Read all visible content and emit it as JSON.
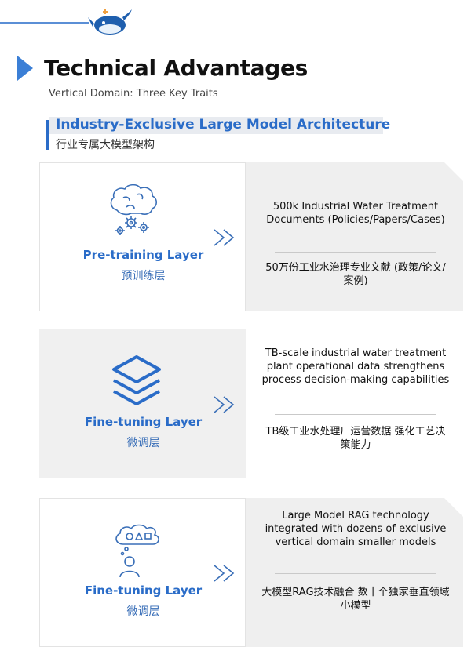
{
  "header": {
    "title": "Technical Advantages",
    "subtitle": "Vertical Domain: Three Key Traits"
  },
  "section": {
    "title_en": "Industry-Exclusive Large Model Architecture",
    "title_cn": "行业专属大模型架构"
  },
  "cards": [
    {
      "icon": "brain-gears-icon",
      "label_en": "Pre-training Layer",
      "label_cn": "预训练层",
      "desc_en": "500k Industrial Water Treatment Documents (Policies/Papers/Cases)",
      "desc_cn": "50万份工业水治理专业文献 (政策/论文/案例)"
    },
    {
      "icon": "layers-icon",
      "label_en": "Fine-tuning Layer",
      "label_cn": "微调层",
      "desc_en": "TB-scale industrial water treatment plant operational data strengthens process decision-making capabilities",
      "desc_cn": "TB级工业水处理厂运营数据 强化工艺决策能力"
    },
    {
      "icon": "user-thought-icon",
      "label_en": "Fine-tuning Layer",
      "label_cn": "微调层",
      "desc_en": "Large Model RAG technology integrated with dozens of exclusive vertical domain smaller models",
      "desc_cn": "大模型RAG技术融合 数十个独家垂直领域小模型"
    }
  ],
  "colors": {
    "accent": "#2a6cc8",
    "panel": "#efefef"
  }
}
